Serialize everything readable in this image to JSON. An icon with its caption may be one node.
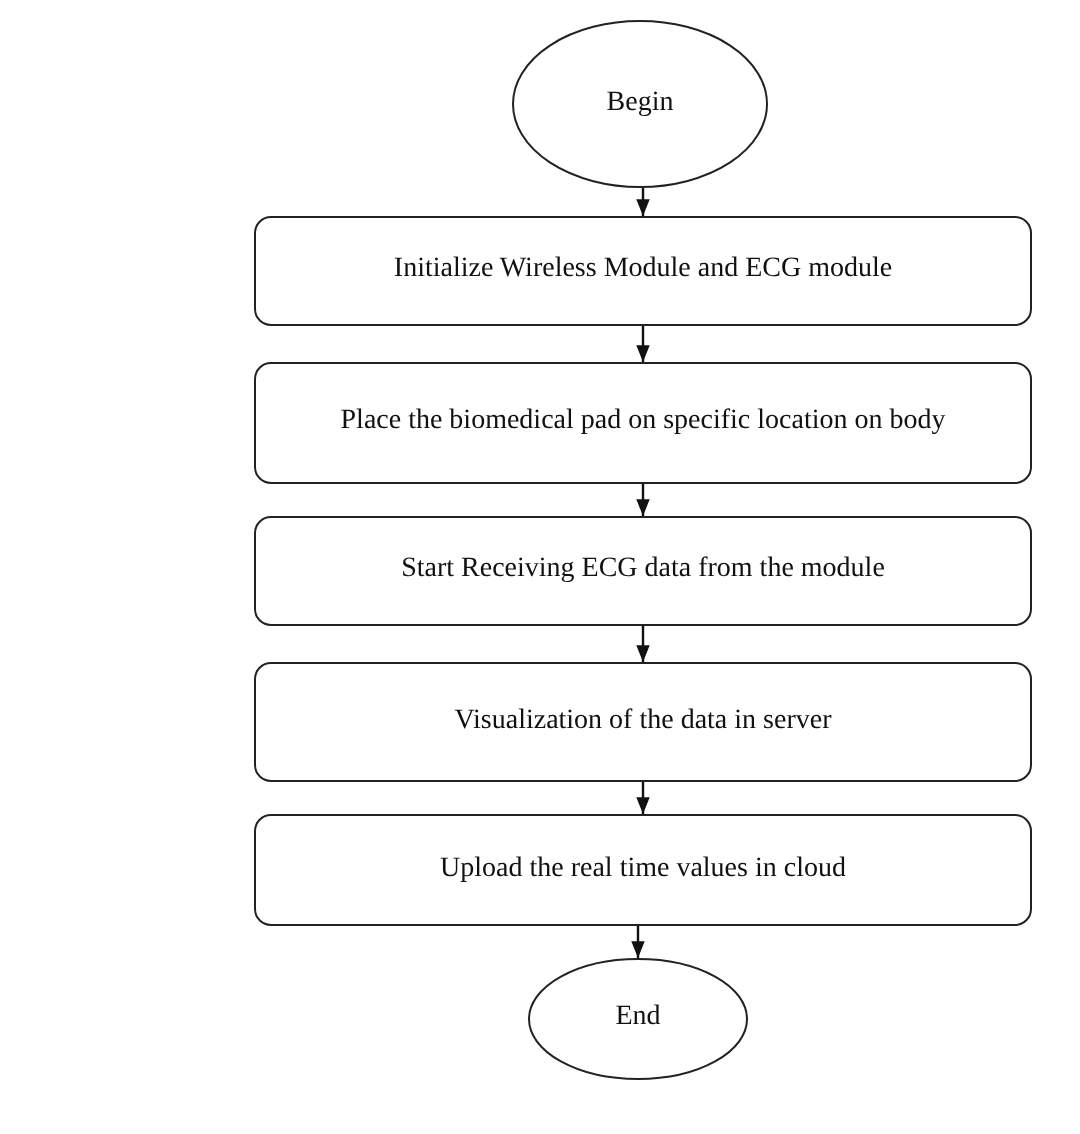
{
  "diagram": {
    "nodes": [
      {
        "text": [
          "Begin"
        ]
      },
      {
        "text": [
          "Initialize Wireless Module and ECG module"
        ]
      },
      {
        "text": [
          "Place the biomedical pad on specific location on body"
        ]
      },
      {
        "text": [
          "Start Receiving ECG data from the module"
        ]
      },
      {
        "text": [
          "Visualization of the data in server"
        ]
      },
      {
        "text": [
          "Upload the real time values in cloud"
        ]
      },
      {
        "text": [
          "End"
        ]
      }
    ],
    "edges": [
      {
        "from": 0,
        "to": 1,
        "arrow": "to"
      },
      {
        "from": 1,
        "to": 2,
        "arrow": "to"
      },
      {
        "from": 2,
        "to": 3,
        "arrow": "to"
      },
      {
        "from": 3,
        "to": 4,
        "arrow": "to"
      },
      {
        "from": 4,
        "to": 5,
        "arrow": "to"
      },
      {
        "from": 5,
        "to": 6,
        "arrow": "to"
      }
    ]
  }
}
